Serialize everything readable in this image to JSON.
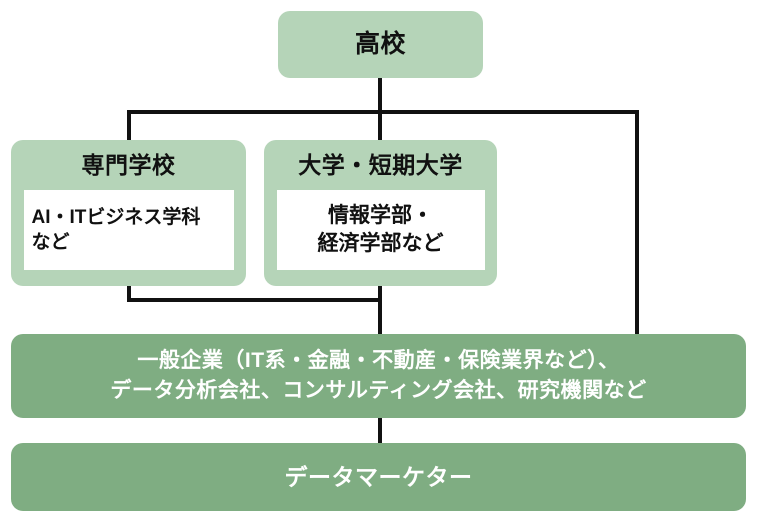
{
  "chart_data": {
    "type": "diagram",
    "title": "",
    "nodes": [
      {
        "id": "highschool",
        "title": "高校",
        "level": 0,
        "style": "light"
      },
      {
        "id": "vocational",
        "title": "専門学校",
        "detail_lines": [
          "AI・ITビジネス学科",
          "など"
        ],
        "level": 1,
        "style": "light"
      },
      {
        "id": "university",
        "title": "大学・短期大学",
        "detail_lines": [
          "情報学部・",
          "経済学部など"
        ],
        "level": 1,
        "style": "light"
      },
      {
        "id": "industries",
        "title_lines": [
          "一般企業（IT系・金融・不動産・保険業界など）、",
          "データ分析会社、コンサルティング会社、研究機関など"
        ],
        "level": 2,
        "style": "dark"
      },
      {
        "id": "role",
        "title": "データマーケター",
        "level": 3,
        "style": "dark"
      }
    ],
    "edges": [
      {
        "from": "highschool",
        "to": "vocational"
      },
      {
        "from": "highschool",
        "to": "university"
      },
      {
        "from": "highschool",
        "to": "industries"
      },
      {
        "from": "vocational",
        "to": "industries"
      },
      {
        "from": "university",
        "to": "industries"
      },
      {
        "from": "industries",
        "to": "role"
      }
    ],
    "colors": {
      "light_green": "#b5d4b8",
      "dark_green": "#7fad82",
      "inner_box": "#ffffff",
      "connector": "#111111",
      "text_dark": "#111111",
      "text_light": "#ffffff",
      "background": "#ffffff"
    }
  },
  "diagram": {
    "highschool": {
      "title": "高校"
    },
    "vocational": {
      "title": "専門学校",
      "detail_line1": "AI・ITビジネス学科",
      "detail_line2": "など"
    },
    "university": {
      "title": "大学・短期大学",
      "detail_line1": "情報学部・",
      "detail_line2": "経済学部など"
    },
    "industries": {
      "line1": "一般企業（IT系・金融・不動産・保険業界など）、",
      "line2": "データ分析会社、コンサルティング会社、研究機関など"
    },
    "role": {
      "title": "データマーケター"
    }
  }
}
